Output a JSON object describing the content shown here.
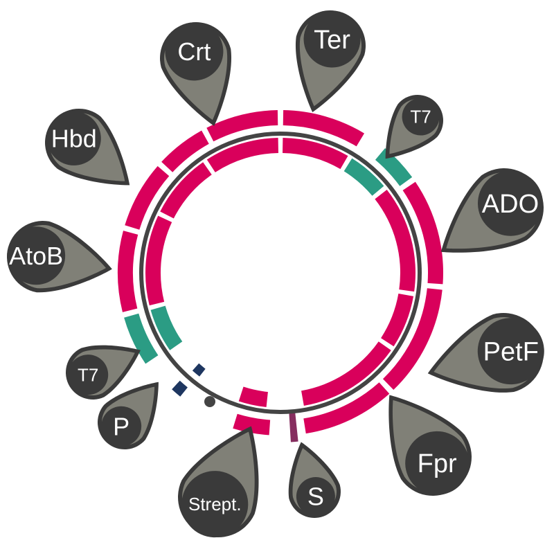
{
  "colors": {
    "gene": "#d9005b",
    "t7": "#2b9c84",
    "promoter": "#1e3660",
    "small_feature": "#862e5f",
    "backbone": "#444444",
    "pin_dark": "#3a3a3a",
    "pin_light": "#808077"
  },
  "labels": [
    {
      "id": "crt",
      "text": "Crt",
      "kind": "gene"
    },
    {
      "id": "ter",
      "text": "Ter",
      "kind": "gene"
    },
    {
      "id": "t7a",
      "text": "T7",
      "kind": "t7"
    },
    {
      "id": "hbd",
      "text": "Hbd",
      "kind": "gene"
    },
    {
      "id": "ado",
      "text": "ADO",
      "kind": "gene"
    },
    {
      "id": "atob",
      "text": "AtoB",
      "kind": "gene"
    },
    {
      "id": "petf",
      "text": "PetF",
      "kind": "gene"
    },
    {
      "id": "t7b",
      "text": "T7",
      "kind": "t7"
    },
    {
      "id": "p",
      "text": "P",
      "kind": "promoter"
    },
    {
      "id": "fpr",
      "text": "Fpr",
      "kind": "gene"
    },
    {
      "id": "strept",
      "text": "Strept.",
      "kind": "gene"
    },
    {
      "id": "s",
      "text": "S",
      "kind": "small_feature"
    }
  ]
}
